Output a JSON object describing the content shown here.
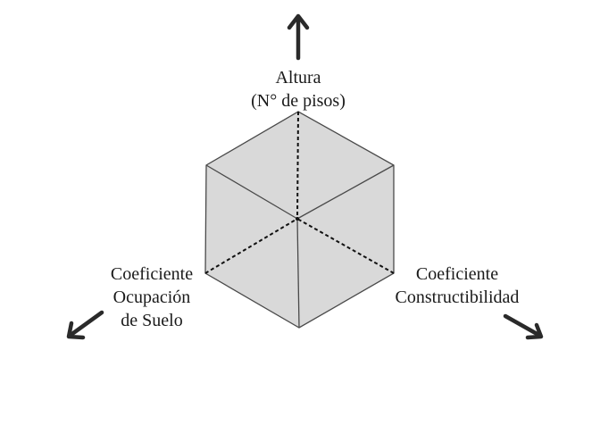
{
  "diagram": {
    "type": "isometric-cube-axes",
    "colors": {
      "face_fill": "#d9d9d9",
      "edge": "#4a4a4a",
      "dashed": "#111111",
      "arrow": "#2a2a2a",
      "text": "#1a1a1a"
    },
    "axes": [
      {
        "id": "height",
        "direction": "up",
        "label_lines": [
          "Altura",
          "(N° de pisos)"
        ]
      },
      {
        "id": "land-occupation",
        "direction": "down-left",
        "label_lines": [
          "Coeficiente",
          "Ocupación",
          "de Suelo"
        ]
      },
      {
        "id": "constructibility",
        "direction": "down-right",
        "label_lines": [
          "Coeficiente",
          "Constructibilidad"
        ]
      }
    ]
  }
}
